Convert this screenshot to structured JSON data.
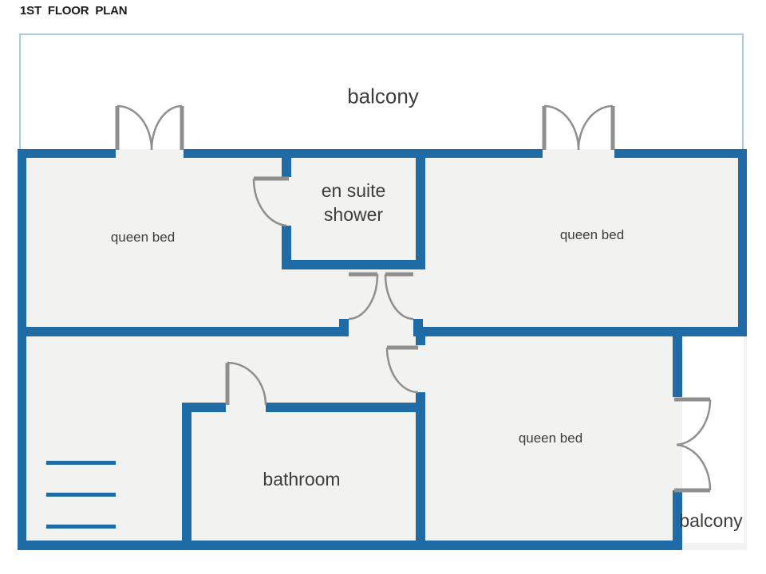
{
  "title": "1ST FLOOR PLAN",
  "colors": {
    "wall": "#1E6BA5",
    "balcony_border": "#A9CCE3",
    "room_fill": "#F2F2F1",
    "door": "#8F8F8F",
    "label_color": "#3D3D3D",
    "title_color": "#1A1A1A"
  },
  "rooms": {
    "balcony_top": {
      "label": "balcony"
    },
    "bedroom_top_left": {
      "label": "queen bed"
    },
    "en_suite": {
      "label_line1": "en suite",
      "label_line2": "shower"
    },
    "bedroom_top_right": {
      "label": "queen bed"
    },
    "bathroom": {
      "label": "bathroom"
    },
    "bedroom_bottom_right": {
      "label": "queen bed"
    },
    "balcony_bottom_right": {
      "label": "balcony"
    }
  }
}
